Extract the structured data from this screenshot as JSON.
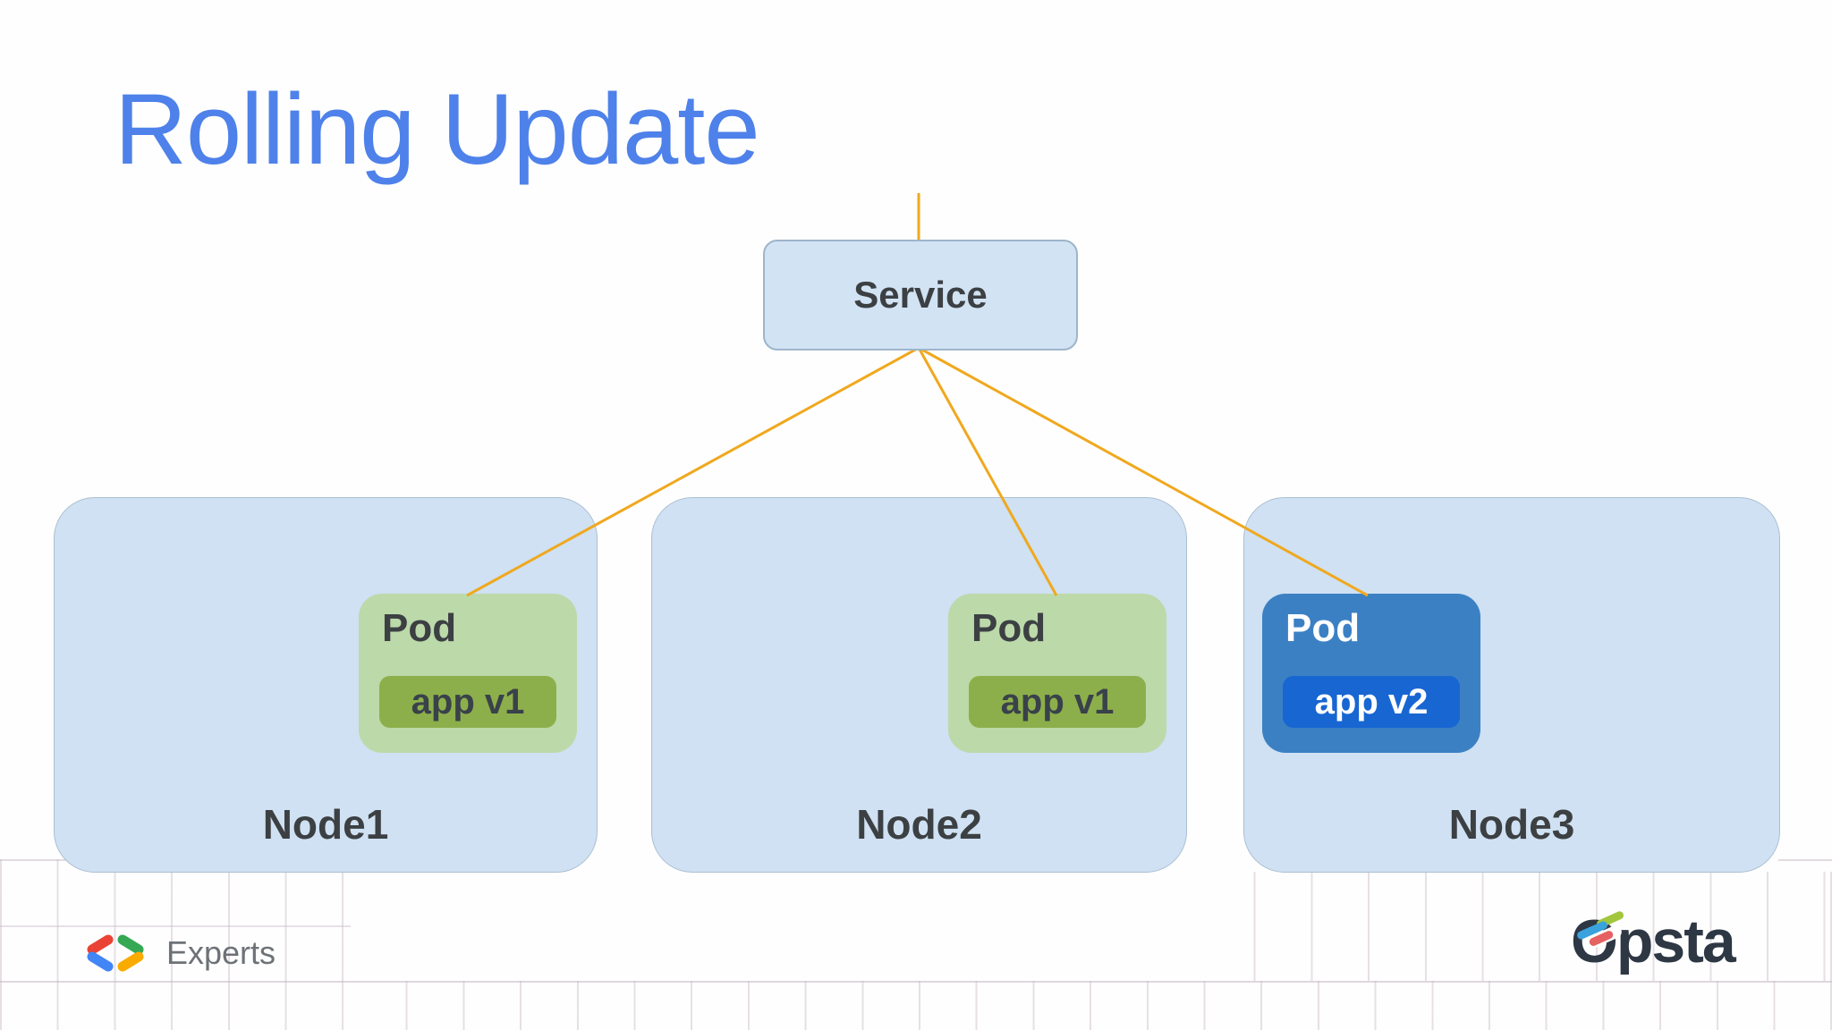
{
  "slide": {
    "title": "Rolling Update"
  },
  "diagram": {
    "service": {
      "label": "Service"
    },
    "nodes": [
      {
        "label": "Node1",
        "pod": {
          "label": "Pod",
          "app_version": "app v1",
          "style": "green"
        }
      },
      {
        "label": "Node2",
        "pod": {
          "label": "Pod",
          "app_version": "app v1",
          "style": "green"
        }
      },
      {
        "label": "Node3",
        "pod": {
          "label": "Pod",
          "app_version": "app v2",
          "style": "blue"
        }
      }
    ],
    "connections": {
      "from": "Service",
      "to": [
        "Node1 Pod",
        "Node2 Pod",
        "Node3 Pod"
      ],
      "line_color": "#F0A81E"
    }
  },
  "footer": {
    "left_logo_text": "Experts",
    "right_logo_text": "Opsta"
  },
  "colors": {
    "title_blue": "#4E81EA",
    "node_fill": "#CFE1F2",
    "service_fill": "#D2E3F4",
    "pod_green": "#BCD9AA",
    "app_olive": "#8DAF4B",
    "pod_blue": "#3C80C4",
    "app_blue": "#1766D2",
    "connector_gold": "#F0A81E",
    "dark_text": "#3C4043",
    "opsta_navy": "#2E3744",
    "experts_text": "#6D7277",
    "gde_red": "#EA4335",
    "gde_blue": "#4285F4",
    "gde_green": "#34A853",
    "gde_yellow": "#F9AB00"
  },
  "icons": {
    "left_logo": "gde-chevrons-icon",
    "right_logo": "opsta-streaks-icon"
  }
}
